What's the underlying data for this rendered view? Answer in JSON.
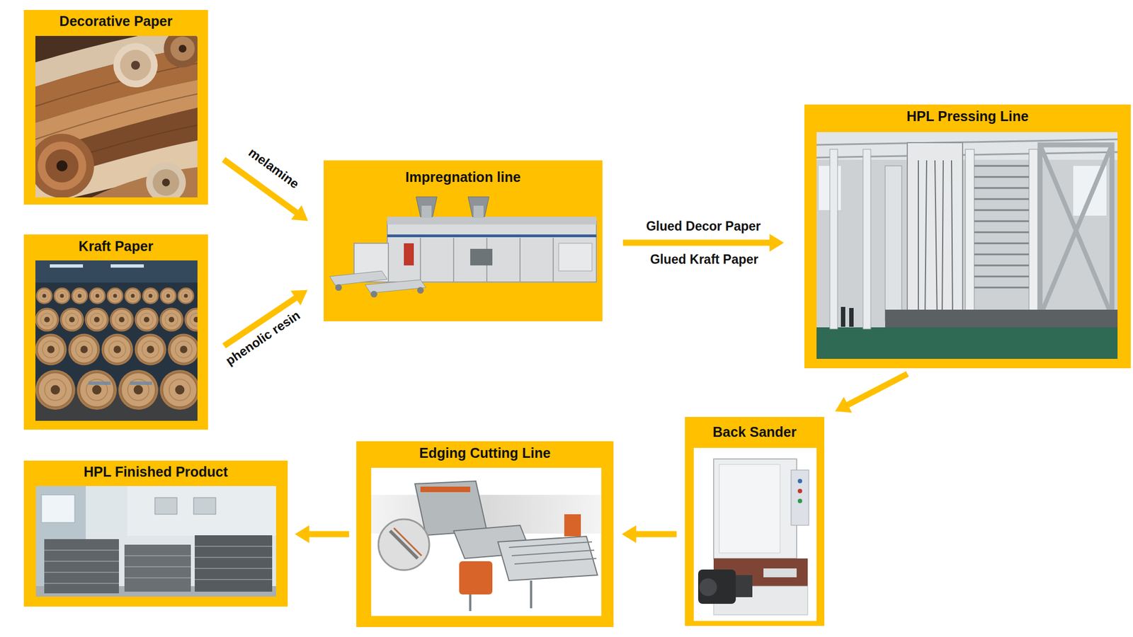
{
  "diagram": {
    "nodes": [
      {
        "text": [
          "Decorative Paper"
        ]
      },
      {
        "text": [
          "Kraft Paper"
        ]
      },
      {
        "text": [
          "Impregnation line"
        ]
      },
      {
        "text": [
          "HPL Pressing Line"
        ]
      },
      {
        "text": [
          "Back Sander"
        ]
      },
      {
        "text": [
          "Edging Cutting Line"
        ]
      },
      {
        "text": [
          "HPL Finished Product"
        ]
      }
    ],
    "edges": [
      {
        "from": 0,
        "to": 2,
        "label": "melamine",
        "arrow": "to"
      },
      {
        "from": 1,
        "to": 2,
        "label": "phenolic resin",
        "arrow": "to"
      },
      {
        "from": 2,
        "to": 3,
        "label": "Glued Decor Paper",
        "arrow": "to"
      },
      {
        "from": 3,
        "to": 4,
        "arrow": "to"
      },
      {
        "from": 4,
        "to": 5,
        "arrow": "to"
      },
      {
        "from": 5,
        "to": 6,
        "arrow": "to"
      }
    ],
    "labels": [
      "Glued Kraft Paper"
    ]
  }
}
